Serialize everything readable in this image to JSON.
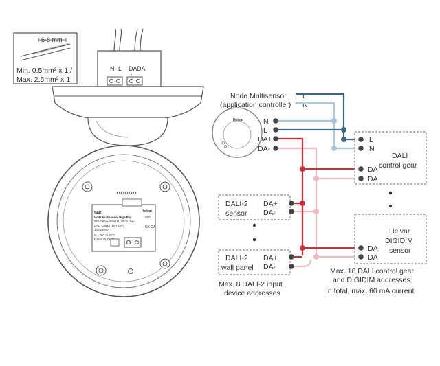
{
  "strip_callout": {
    "measure": "6-8 mm",
    "min_line": "Min. 0.5mm² x 1 /",
    "max_line": "Max. 2.5mm² x 1"
  },
  "terminals": [
    "N",
    "L",
    "DA",
    "DA"
  ],
  "terminal_polarity": [
    "+",
    "-"
  ],
  "device_label": {
    "brand": "Helvar",
    "model": "5441",
    "name": "Node Multisensor High Bay",
    "code": "0922",
    "rating": "220-240V~50/60Hz, 30mA max.",
    "dali_output": "DALI Output (DA+,DA-)",
    "dali_current": "16V/250mA",
    "temp": "ta = 0°C to 50°C",
    "origin": "MADE IN CHINA",
    "mark": "UK CA"
  },
  "node_multisensor": {
    "title_1": "Node Multisensor",
    "title_2": "(application controller)",
    "brand": "Helvar",
    "pins": [
      "N",
      "L",
      "DA+",
      "DA-"
    ],
    "mains_labels": [
      "L",
      "N"
    ]
  },
  "dali_control_gear": {
    "title_1": "DALI",
    "title_2": "control gear",
    "pins": [
      "L",
      "N",
      "DA",
      "DA"
    ]
  },
  "dali2_sensor": {
    "title_1": "DALI-2",
    "title_2": "sensor",
    "pins": [
      "DA+",
      "DA-"
    ]
  },
  "dali2_wall_panel": {
    "title_1": "DALI-2",
    "title_2": "wall panel",
    "pins": [
      "DA+",
      "DA-"
    ]
  },
  "digidim_sensor": {
    "title_1": "Helvar",
    "title_2": "DIGIDIM",
    "title_3": "sensor",
    "pins": [
      "DA",
      "DA"
    ]
  },
  "notes": {
    "input_devices_1": "Max. 8 DALI-2 input",
    "input_devices_2": "device addresses",
    "gear_1": "Max. 16 DALI control gear",
    "gear_2": "and DIGIDIM addresses",
    "current": "In total, max. 60 mA current"
  },
  "colors": {
    "mains_live": "#3e6680",
    "mains_neutral": "#a8c7dc",
    "dali_plus": "#c8323c",
    "dali_minus": "#edbcc1",
    "outline": "#555555"
  }
}
